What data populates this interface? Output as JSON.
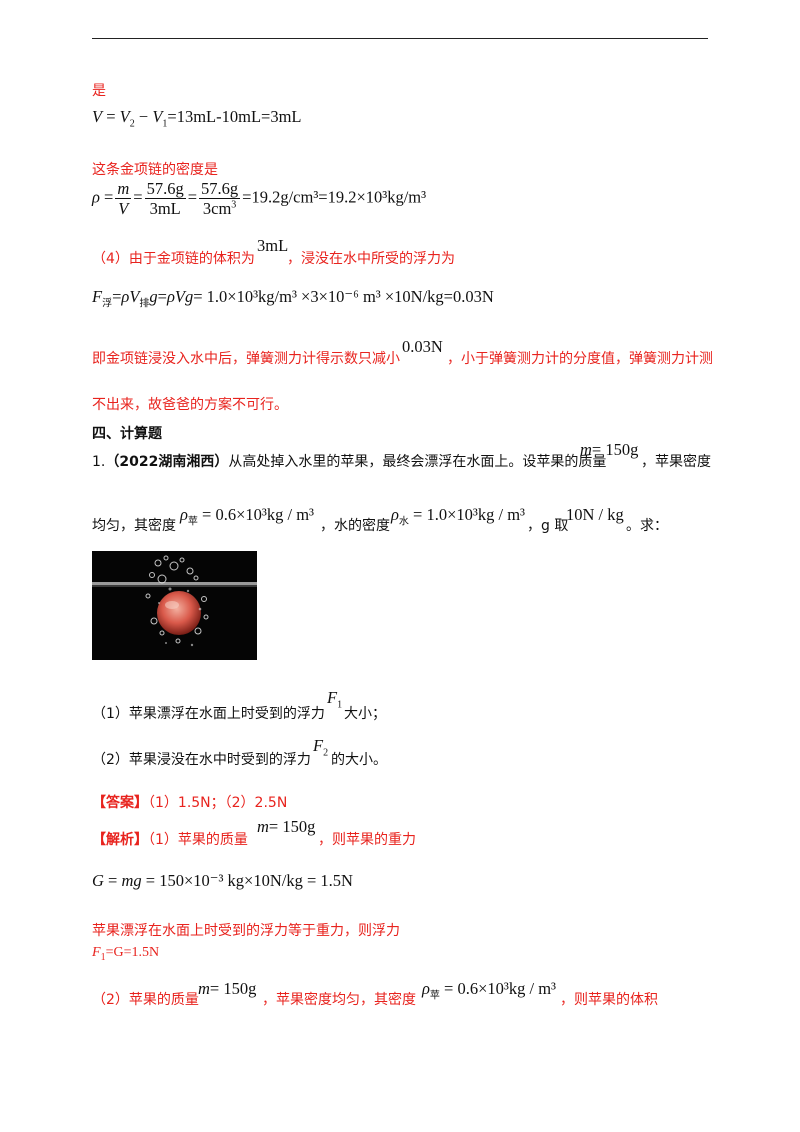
{
  "line_shi": "是",
  "volume_eq": {
    "result": "=13mL-10mL=3mL"
  },
  "density_intro": "这条金项链的密度是",
  "density_eq": {
    "f1n": "57.6g",
    "f1d": "3mL",
    "f2n": "57.6g",
    "f2d": "3cm",
    "tail": "=19.2g/cm³=19.2×10³kg/m³"
  },
  "step4": {
    "a": "（4）由于金项链的体积为",
    "val": "3mL",
    "b": "，浸没在水中所受的浮力为"
  },
  "buoy_eq": {
    "tail": "= 1.0×10³kg/m³ ×3×10⁻⁶ m³ ×10N/kg=0.03N"
  },
  "decrease": {
    "a": "即金项链浸没入水中后，弹簧测力计得示数只减小",
    "val": "0.03N",
    "b": "，小于弹簧测力计的分度值，弹簧测力计测",
    "c": "不出来，故爸爸的方案不可行。"
  },
  "section_title": "四、计算题",
  "q1": {
    "num": "1.",
    "src": "（2022湖南湘西）",
    "text_a": "从高处掉入水里的苹果，最终会漂浮在水面上。设苹果的质量",
    "mass": "= 150g",
    "text_b": "，苹果密度",
    "text_c": "均匀，其密度",
    "apple_val": "= 0.6×10³kg / m³",
    "text_d": "，水的密度",
    "water_val": "= 1.0×10³kg / m³",
    "text_e": "，g 取",
    "g_val": "10N / kg",
    "text_f": "。求：",
    "sub1a": "（1）苹果漂浮在水面上时受到的浮力",
    "sub1b": "大小；",
    "sub2a": "（2）苹果浸没在水中时受到的浮力",
    "sub2b": "的大小。"
  },
  "answer": {
    "label": "【答案】",
    "text": "（1）1.5N；（2）2.5N"
  },
  "analysis": {
    "label": "【解析】",
    "a": "（1）苹果的质量",
    "mass": "= 150g",
    "b": "，则苹果的重力"
  },
  "gravity_eq": "= 150×10⁻³ kg×10N/kg = 1.5N",
  "float_text": "苹果漂浮在水面上时受到的浮力等于重力，则浮力",
  "float_eq": "=G=1.5N",
  "step2": {
    "a": "（2）苹果的质量",
    "mass": "= 150g",
    "b": "，苹果密度均匀，其密度",
    "dens": "= 0.6×10³kg / m³",
    "c": "，则苹果的体积"
  },
  "colors": {
    "answer_red": "#e8231e",
    "text": "#111111"
  }
}
